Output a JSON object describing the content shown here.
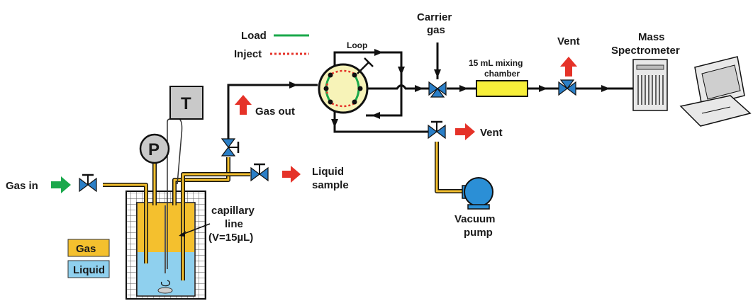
{
  "labels": {
    "load": "Load",
    "inject": "Inject",
    "loop": "Loop",
    "carrier_gas_1": "Carrier",
    "carrier_gas_2": "gas",
    "vent_top": "Vent",
    "mass_spec_1": "Mass",
    "mass_spec_2": "Spectrometer",
    "mixing_chamber_1": "15 mL mixing",
    "mixing_chamber_2": "chamber",
    "gas_out": "Gas out",
    "vent_mid": "Vent",
    "temperature": "T",
    "pressure": "P",
    "gas_in": "Gas in",
    "liquid_sample_1": "Liquid",
    "liquid_sample_2": "sample",
    "capillary_1": "capillary",
    "capillary_2": "line",
    "capillary_3": "(V=15µL)",
    "vacuum_pump_1": "Vacuum",
    "vacuum_pump_2": "pump",
    "legend_gas": "Gas",
    "legend_liquid": "Liquid"
  },
  "colors": {
    "gas": "#f4c02e",
    "liquid": "#8fd0ee",
    "valve": "#2b7fc7",
    "arrow_red": "#e53228",
    "arrow_green": "#1aa84b",
    "load_line": "#1aa84b",
    "inject_line": "#e53228",
    "pipe": "#1a1a1a",
    "mixing_chamber": "#f7ef3a",
    "six_port_valve": "#f7f3b8",
    "pump": "#2b8fd6"
  }
}
